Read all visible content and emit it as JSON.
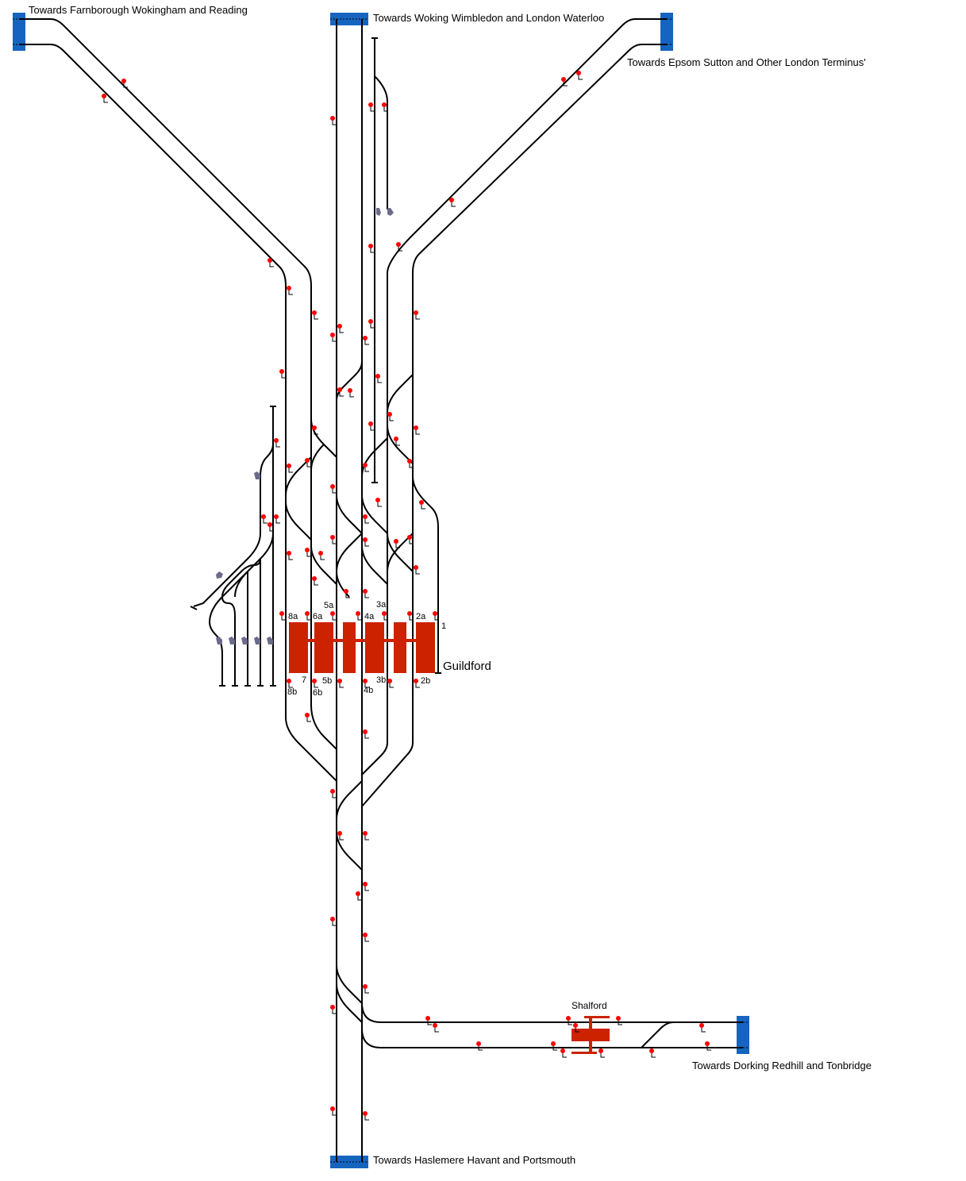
{
  "destinations": {
    "farnborough": "Towards Farnborough Wokingham and Reading",
    "woking": "Towards Woking Wimbledon and London Waterloo",
    "epsom": "Towards Epsom Sutton and Other London Terminus'",
    "haslemere": "Towards Haslemere Havant and Portsmouth",
    "dorking": "Towards Dorking Redhill and Tonbridge"
  },
  "stations": {
    "guildford": "Guildford",
    "shalford": "Shalford"
  },
  "platforms": {
    "p8a": "8a",
    "p6a": "6a",
    "p5a": "5a",
    "p4a": "4a",
    "p3a": "3a",
    "p2a": "2a",
    "p1": "1",
    "p7": "7",
    "p5b": "5b",
    "p3b": "3b",
    "p2b": "2b",
    "p8b": "8b",
    "p6b": "6b",
    "p4b": "4b"
  },
  "colors": {
    "track": "#000000",
    "signal": "#ff0000",
    "platform": "#cc2200",
    "boundary": "#1565c0",
    "buffer": "#6a6a8a"
  }
}
